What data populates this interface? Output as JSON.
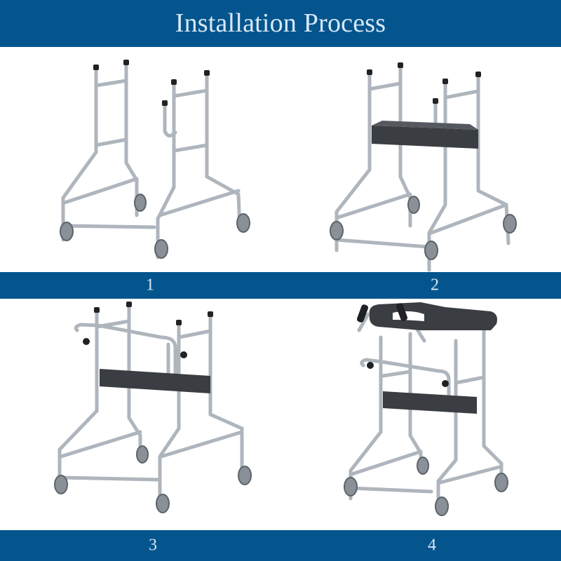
{
  "header": {
    "title": "Installation Process"
  },
  "steps": [
    {
      "number": "1",
      "image": "walker-frame-side-panels-icon",
      "description": "Two side frames with wheels and armrest bracket"
    },
    {
      "number": "2",
      "image": "walker-frame-with-seat-icon",
      "description": "Side frames joined with seat board"
    },
    {
      "number": "3",
      "image": "walker-frame-with-handrail-icon",
      "description": "Handrail bar attached with knobs"
    },
    {
      "number": "4",
      "image": "walker-complete-with-armrest-pad-icon",
      "description": "Completed walker with U-shaped armrest pad and grips"
    }
  ],
  "colors": {
    "band": "#04558e",
    "band_text": "#d9e8f5",
    "seat": "#3a3d42",
    "chrome": "#b9bfc6",
    "wheel": "#8a8f96"
  }
}
